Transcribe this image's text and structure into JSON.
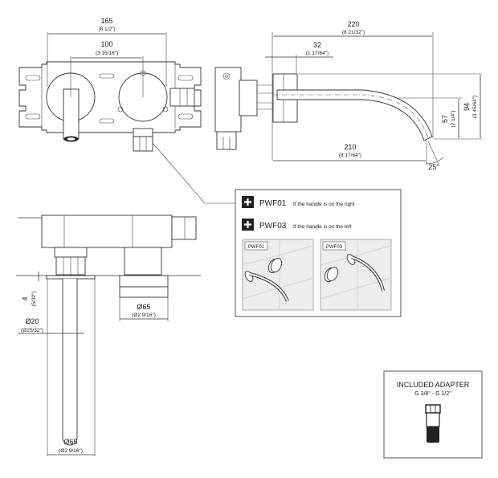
{
  "front_view": {
    "overall_width": {
      "value": "165",
      "imperial": "(6 1/2\")"
    },
    "center_distance": {
      "value": "100",
      "imperial": "(3 15/16\")"
    }
  },
  "side_view": {
    "projection": {
      "value": "220",
      "imperial": "(8 21/32\")"
    },
    "plate_depth": {
      "value": "32",
      "imperial": "(1 17/64\")"
    },
    "spout_length": {
      "value": "210",
      "imperial": "(8 17/64\")"
    },
    "drop_height": {
      "value": "57",
      "imperial": "(2 1/4\")"
    },
    "total_height": {
      "value": "94",
      "imperial": "(3 45/64\")"
    },
    "outlet_angle": "25°"
  },
  "top_view": {
    "plate_thickness": {
      "value": "4",
      "imperial": "(5/32\")"
    },
    "spout_diameter": {
      "value": "Ø20",
      "imperial": "(Ø25/32\")"
    },
    "handle_diameter": {
      "value": "Ø65",
      "imperial": "(Ø2 9/16\")"
    },
    "plate_diameter": {
      "value": "Ø65",
      "imperial": "(Ø2 9/16\")"
    }
  },
  "options": [
    {
      "code": "PWF01",
      "note": "If the handle is on the right",
      "thumb_label": "PWF01"
    },
    {
      "code": "PWF03",
      "note": "If the handle is on the left",
      "thumb_label": "PWF03"
    }
  ],
  "adapter": {
    "title": "INCLUDED ADAPTER",
    "spec": "G 3/8\" - G 1/2\""
  }
}
